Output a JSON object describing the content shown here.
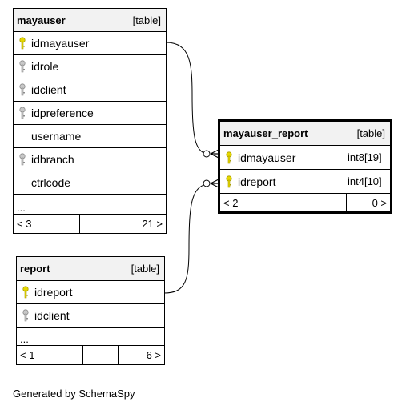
{
  "tables": {
    "mayauser": {
      "name": "mayauser",
      "kind": "[table]",
      "columns": [
        {
          "name": "idmayauser",
          "key": "primary"
        },
        {
          "name": "idrole",
          "key": "foreign"
        },
        {
          "name": "idclient",
          "key": "foreign"
        },
        {
          "name": "idpreference",
          "key": "foreign"
        },
        {
          "name": "username",
          "key": "none"
        },
        {
          "name": "idbranch",
          "key": "foreign"
        },
        {
          "name": "ctrlcode",
          "key": "none"
        }
      ],
      "ellipsis": "...",
      "footer": {
        "parents": "< 3",
        "children": "21 >"
      }
    },
    "mayauser_report": {
      "name": "mayauser_report",
      "kind": "[table]",
      "columns": [
        {
          "name": "idmayauser",
          "type": "int8[19]",
          "key": "primary"
        },
        {
          "name": "idreport",
          "type": "int4[10]",
          "key": "primary"
        }
      ],
      "footer": {
        "parents": "< 2",
        "children": "0 >"
      }
    },
    "report": {
      "name": "report",
      "kind": "[table]",
      "columns": [
        {
          "name": "idreport",
          "key": "primary"
        },
        {
          "name": "idclient",
          "key": "foreign"
        }
      ],
      "ellipsis": "...",
      "footer": {
        "parents": "< 1",
        "children": "6 >"
      }
    }
  },
  "colors": {
    "primary_key": "#e6d800",
    "foreign_key": "#b4b4b4",
    "header_bg": "#f2f2f2"
  },
  "credit": "Generated by SchemaSpy"
}
